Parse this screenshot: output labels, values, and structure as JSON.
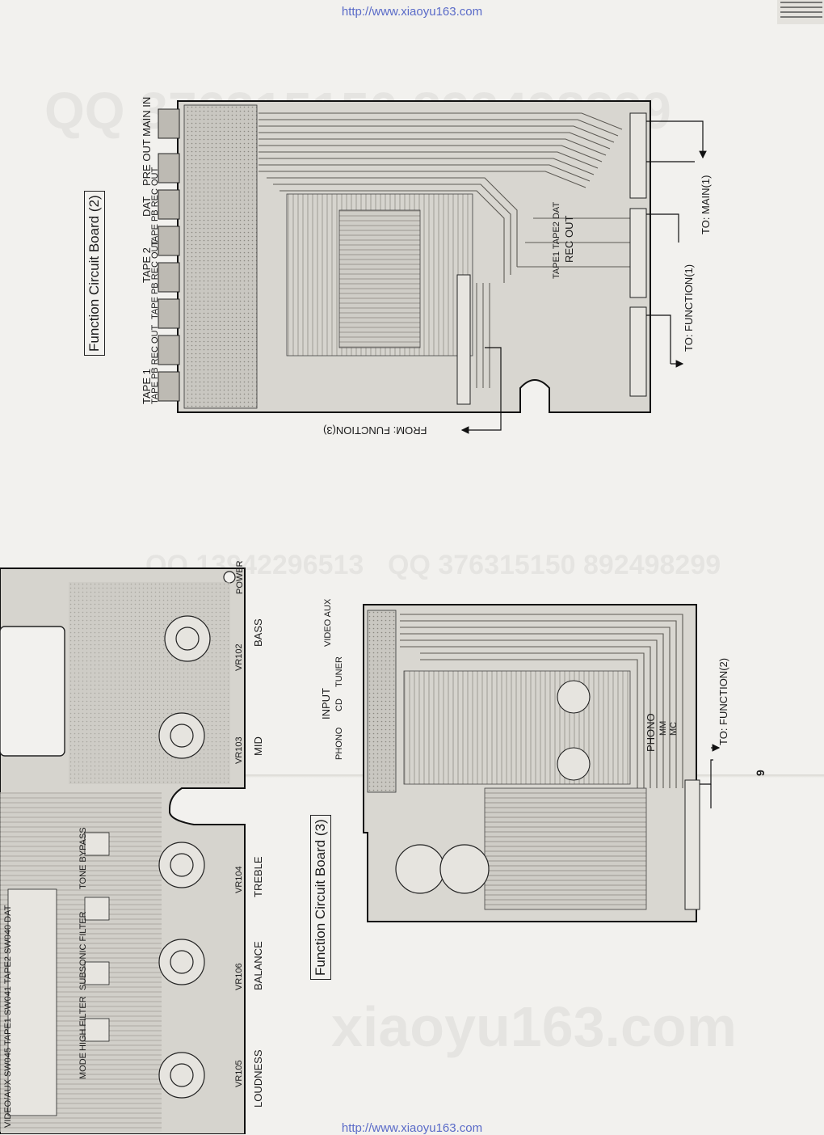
{
  "watermarks": {
    "url": "http://www.xiaoyu163.com",
    "qq1": "QQ 376315150 892498299",
    "qq2": "QQ 376315150 892498299",
    "qq3": "QQ 13942296513",
    "site": "xiaoyu163.com"
  },
  "board2": {
    "title": "Function Circuit Board (2)",
    "tape1": "TAPE 1",
    "tape1_sub": "TAPE PB REC OUT",
    "tape2": "TAPE 2",
    "tape2_sub": "TAPE PB REC OUT",
    "dat": "DAT",
    "dat_sub": "TAPE PB REC OUT",
    "preout": "PRE OUT MAIN IN",
    "rec_out_title": "TAPE1 TAPE2 DAT",
    "rec_out": "REC OUT",
    "to_main": "TO: MAIN(1)",
    "to_function1": "TO: FUNCTION(1)",
    "from_function3": "FROM: FUNCTION(3)"
  },
  "board3": {
    "title": "Function Circuit Board (3)",
    "input": "INPUT",
    "phono": "PHONO",
    "cd": "CD",
    "tuner": "TUNER",
    "video_aux": "VIDEO AUX",
    "phono_sel": "PHONO",
    "mm": "MM",
    "mc": "MC",
    "to_function2": "TO: FUNCTION(2)"
  },
  "board1": {
    "power": "POWER",
    "bass": "BASS",
    "mid": "MID",
    "treble": "TREBLE",
    "balance": "BALANCE",
    "loudness": "LOUDNESS",
    "tone_bypass": "TONE BYPASS",
    "subsonic": "SUBSONIC FILTER",
    "high_filter": "HIGH FILTER",
    "mode": "MODE",
    "vr_bass": "VR102",
    "vr_mid": "VR103",
    "vr_treble": "VR104",
    "vr_balance": "VR106",
    "vr_loudness": "VR105",
    "sw_labels": "VIDEO/AUX SW045 TAPE1 SW041 TAPE2 SW040 DAT"
  },
  "page_number": "9"
}
